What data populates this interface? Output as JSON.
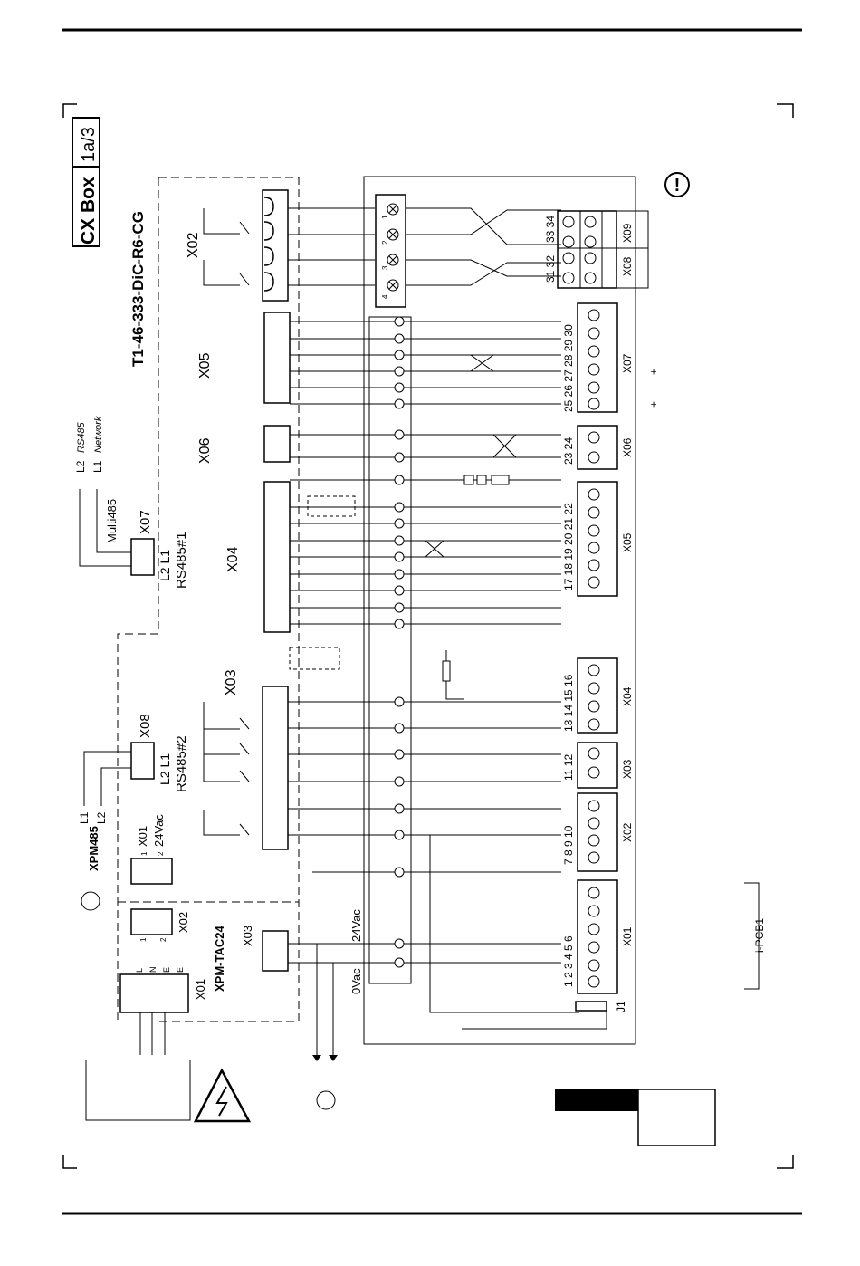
{
  "title_box": {
    "name": "CX Box",
    "sheet": "1a/3"
  },
  "board_code": "T1-46-333-DiC-R6-CG",
  "left_connectors": {
    "x02": "X02",
    "x05": "X05",
    "x06": "X06",
    "x04": "X04",
    "x03": "X03"
  },
  "rs485_1": {
    "connector": "X07",
    "bus": "Multi485",
    "pins": "L2 L1",
    "name": "RS485#1",
    "line_l2": "L2",
    "line_l1": "L1",
    "net1": "RS485",
    "net2": "Network"
  },
  "rs485_2": {
    "connector": "X08",
    "pins": "L2 L1",
    "name": "RS485#2",
    "line_l1": "L1",
    "line_l2": "L2"
  },
  "xpm485": {
    "name": "XPM485",
    "connector": "X01",
    "pin1": "1",
    "pin2": "2",
    "voltage": "24Vac"
  },
  "xpm_tac24": {
    "name": "XPM-TAC24",
    "x02": "X02",
    "x03": "X03",
    "x01": "X01",
    "terms": [
      "L",
      "N",
      "E",
      "E"
    ],
    "pin1": "1",
    "pin2": "2",
    "v24": "24Vac",
    "v0": "0Vac"
  },
  "pcb": {
    "label": "i-PCB1",
    "jumper": "J1",
    "warning": "!",
    "blocks": [
      {
        "name": "X09",
        "pins": "33 34"
      },
      {
        "name": "X08",
        "pins": "31 32"
      },
      {
        "name": "X07",
        "pins": "25 26 27 28 29 30"
      },
      {
        "name": "X06",
        "pins": "23 24"
      },
      {
        "name": "X05",
        "pins": "17 18 19 20 21 22"
      },
      {
        "name": "X04",
        "pins": "13 14 15 16"
      },
      {
        "name": "X03",
        "pins": "11 12"
      },
      {
        "name": "X02",
        "pins": "7 8 9 10"
      },
      {
        "name": "X01",
        "pins": "1 2 3 4 5 6"
      }
    ],
    "top_terminal_nums": [
      "1",
      "2",
      "3",
      "4"
    ],
    "polarity": "+"
  }
}
